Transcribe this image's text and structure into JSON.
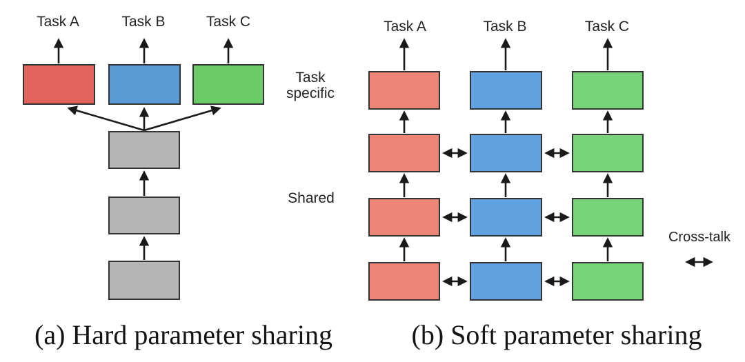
{
  "colors": {
    "background": "#ffffff",
    "hard_red": "#e2635c",
    "hard_blue": "#5b9bd5",
    "hard_green": "#6dca69",
    "shared_gray": "#b5b5b5",
    "soft_red": "#ee8677",
    "soft_blue": "#60a2e0",
    "soft_green": "#77d478",
    "box_border": "#333333",
    "arrow": "#1a1a1a",
    "text": "#222222"
  },
  "hard_panel": {
    "task_labels": [
      "Task A",
      "Task B",
      "Task C"
    ],
    "caption": "(a) Hard parameter sharing"
  },
  "soft_panel": {
    "task_labels": [
      "Task A",
      "Task B",
      "Task C"
    ],
    "caption": "(b) Soft parameter sharing",
    "cross_talk_label": "Cross-talk"
  },
  "side_labels": {
    "task_specific_line1": "Task",
    "task_specific_line2": "specific",
    "shared": "Shared"
  }
}
